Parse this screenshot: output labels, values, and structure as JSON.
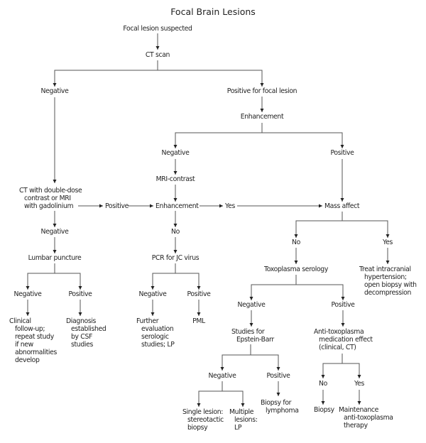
{
  "title": "Focal Brain Lesions",
  "nodes": {
    "suspected": [
      "Focal lesion suspected"
    ],
    "ct_scan": [
      "CT scan"
    ],
    "ct_negative": [
      "Negative"
    ],
    "ct_positive": [
      "Positive for focal lesion"
    ],
    "enhancement1": [
      "Enhancement"
    ],
    "enh_negative": [
      "Negative"
    ],
    "enh_positive": [
      "Positive"
    ],
    "mri_contrast": [
      "MRI-contrast"
    ],
    "ct_double": [
      "CT with double-dose",
      "contrast or MRI",
      "with gadolinium"
    ],
    "dd_positive": [
      "Positive"
    ],
    "enhancement2": [
      "Enhancement"
    ],
    "enh2_yes": [
      "Yes"
    ],
    "mass_affect": [
      "Mass affect"
    ],
    "dd_negative": [
      "Negative"
    ],
    "enh2_no": [
      "No"
    ],
    "lumbar": [
      "Lumbar puncture"
    ],
    "pcr": [
      "PCR for JC virus"
    ],
    "lp_negative": [
      "Negative"
    ],
    "lp_positive": [
      "Positive"
    ],
    "clinical": [
      "Clinical",
      "follow-up;",
      "repeat study",
      "if new",
      "abnormalities",
      "develop"
    ],
    "diagnosis": [
      "Diagnosis",
      "established",
      "by CSF",
      "studies"
    ],
    "pcr_negative": [
      "Negative"
    ],
    "pcr_positive": [
      "Positive"
    ],
    "further": [
      "Further",
      "evaluation",
      "serologic",
      "studies; LP"
    ],
    "pml": [
      "PML"
    ],
    "mass_no": [
      "No"
    ],
    "mass_yes": [
      "Yes"
    ],
    "toxo": [
      "Toxoplasma serology"
    ],
    "treat": [
      "Treat intracranial",
      "hypertension;",
      "open biopsy with",
      "decompression"
    ],
    "toxo_negative": [
      "Negative"
    ],
    "toxo_positive": [
      "Positive"
    ],
    "epstein": [
      "Studies for",
      "Epstein-Barr"
    ],
    "anti_toxo": [
      "Anti-toxoplasma",
      "medication effect",
      "(clinical, CT)"
    ],
    "eb_negative": [
      "Negative"
    ],
    "eb_positive": [
      "Positive"
    ],
    "single": [
      "Single lesion:",
      "stereotactic",
      "biopsy"
    ],
    "multiple": [
      "Multiple",
      "lesions:",
      "LP"
    ],
    "biopsy_lymphoma": [
      "Biopsy for",
      "lymphoma"
    ],
    "med_no": [
      "No"
    ],
    "med_yes": [
      "Yes"
    ],
    "biopsy": [
      "Biopsy"
    ],
    "maintenance": [
      "Maintenance",
      "anti-toxoplasma",
      "therapy"
    ]
  },
  "edges": [
    [
      "suspected",
      "ct_scan"
    ],
    [
      "ct_scan",
      "ct_negative"
    ],
    [
      "ct_scan",
      "ct_positive"
    ],
    [
      "ct_positive",
      "enhancement1"
    ],
    [
      "enhancement1",
      "enh_negative"
    ],
    [
      "enhancement1",
      "enh_positive"
    ],
    [
      "enh_negative",
      "mri_contrast"
    ],
    [
      "mri_contrast",
      "enhancement2"
    ],
    [
      "ct_negative",
      "ct_double"
    ],
    [
      "ct_double",
      "dd_positive"
    ],
    [
      "dd_positive",
      "enhancement2"
    ],
    [
      "enhancement2",
      "enh2_yes"
    ],
    [
      "enh2_yes",
      "mass_affect"
    ],
    [
      "enh_positive",
      "mass_affect"
    ],
    [
      "ct_double",
      "dd_negative"
    ],
    [
      "dd_negative",
      "lumbar"
    ],
    [
      "enhancement2",
      "enh2_no"
    ],
    [
      "enh2_no",
      "pcr"
    ],
    [
      "lumbar",
      "lp_negative"
    ],
    [
      "lumbar",
      "lp_positive"
    ],
    [
      "lp_negative",
      "clinical"
    ],
    [
      "lp_positive",
      "diagnosis"
    ],
    [
      "pcr",
      "pcr_negative"
    ],
    [
      "pcr",
      "pcr_positive"
    ],
    [
      "pcr_negative",
      "further"
    ],
    [
      "pcr_positive",
      "pml"
    ],
    [
      "mass_affect",
      "mass_no"
    ],
    [
      "mass_affect",
      "mass_yes"
    ],
    [
      "mass_no",
      "toxo"
    ],
    [
      "mass_yes",
      "treat"
    ],
    [
      "toxo",
      "toxo_negative"
    ],
    [
      "toxo",
      "toxo_positive"
    ],
    [
      "toxo_negative",
      "epstein"
    ],
    [
      "toxo_positive",
      "anti_toxo"
    ],
    [
      "epstein",
      "eb_negative"
    ],
    [
      "epstein",
      "eb_positive"
    ],
    [
      "eb_negative",
      "single"
    ],
    [
      "eb_negative",
      "multiple"
    ],
    [
      "eb_positive",
      "biopsy_lymphoma"
    ],
    [
      "anti_toxo",
      "med_no"
    ],
    [
      "anti_toxo",
      "med_yes"
    ],
    [
      "med_no",
      "biopsy"
    ],
    [
      "med_yes",
      "maintenance"
    ]
  ]
}
